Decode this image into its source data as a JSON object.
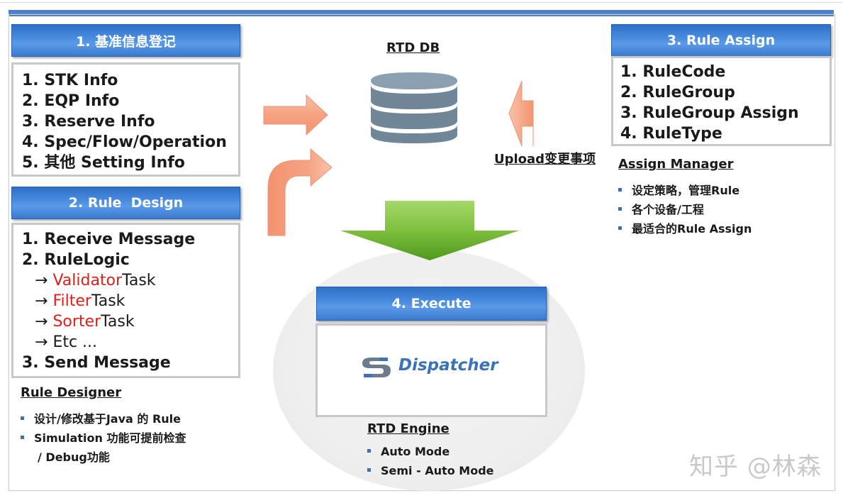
{
  "box1": {
    "header": "1. 基准信息登记",
    "lines": [
      "1. STK Info",
      "2. EQP Info",
      "3. Reserve Info",
      "4. Spec/Flow/Operation",
      "5. 其他 Setting Info"
    ]
  },
  "box2": {
    "header": "2. Rule  Design",
    "line1": "1. Receive Message",
    "line2": "2. RuleLogic",
    "arrow": "→",
    "task1_red": "Validator",
    "task1_rest": "Task",
    "task2_red": "Filter",
    "task2_rest": "Task",
    "task3_red": "Sorter",
    "task3_rest": "Task",
    "etc": "Etc ...",
    "line3": "3. Send Message"
  },
  "rule_designer": {
    "title": "Rule Designer",
    "bullet1": "设计/修改基于Java 的 Rule",
    "bullet2": "Simulation 功能可提前检查",
    "bullet2_cont": "/ Debug功能"
  },
  "rtd_db": {
    "title": "RTD DB",
    "upload_label": "Upload变更事项"
  },
  "box3": {
    "header": "3. Rule Assign",
    "lines": [
      "1. RuleCode",
      "2. RuleGroup",
      "3. RuleGroup Assign",
      "4. RuleType"
    ]
  },
  "assign_manager": {
    "title": "Assign Manager",
    "bullets": [
      "设定策略，管理Rule",
      "各个设备/工程",
      "最适合的Rule Assign"
    ]
  },
  "box4": {
    "header": "4. Execute",
    "logo_text": "Dispatcher"
  },
  "rtd_engine": {
    "title": "RTD Engine",
    "bullets": [
      "Auto Mode",
      "Semi - Auto Mode"
    ]
  },
  "watermark": "知乎 @林森",
  "colors": {
    "header_blue": "#4b8ee0",
    "top_bar": "#4a80c7",
    "red_text": "#e0201a",
    "arrow_salmon": "#f7a98c",
    "down_arrow_green": "#6fb52e",
    "db_gray": "#6f8799"
  }
}
